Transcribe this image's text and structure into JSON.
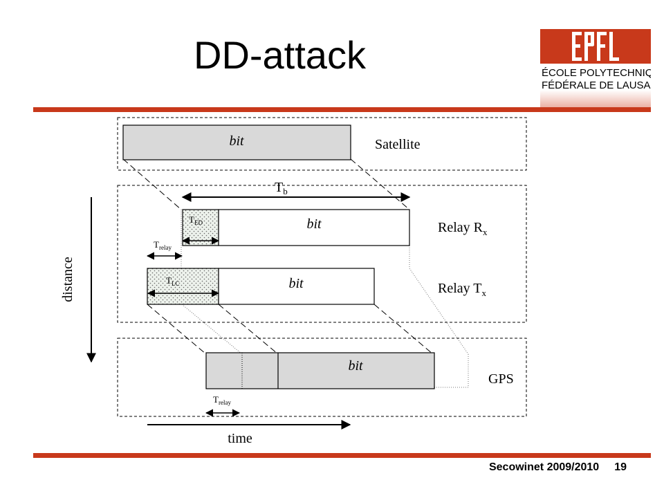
{
  "slide": {
    "title": "DD-attack",
    "footer": {
      "course": "Secowinet 2009/2010",
      "page": "19"
    }
  },
  "logo": {
    "wordmark": "EPFL",
    "line1": "ÉCOLE POLYTECHNIQUE",
    "line2": "FÉDÉRALE DE LAUSANNE",
    "color": "#c8391b"
  },
  "colors": {
    "accent_rule": "#c8391b",
    "bit_fill": "#d9d9d9",
    "dotted_fill": "#e8eee8"
  },
  "diagram": {
    "rows": {
      "satellite": {
        "label": "Satellite",
        "bit": "bit"
      },
      "relay_rx": {
        "label_main": "Relay R",
        "label_sub": "x",
        "bit": "bit"
      },
      "relay_tx": {
        "label_main": "Relay T",
        "label_sub": "x",
        "bit": "bit"
      },
      "gps": {
        "label": "GPS",
        "bit": "bit"
      }
    },
    "annotations": {
      "tb_main": "T",
      "tb_sub": "b",
      "ted_main": "T",
      "ted_sub": "ED",
      "tlc_main": "T",
      "tlc_sub": "LC",
      "trelay_main": "T",
      "trelay_sub": "relay",
      "trelay2_main": "T",
      "trelay2_sub": "relay"
    },
    "axes": {
      "distance": "distance",
      "time": "time"
    }
  }
}
